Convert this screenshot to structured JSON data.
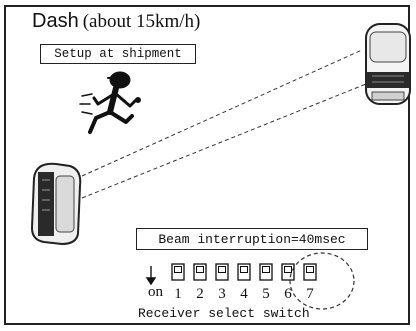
{
  "title": {
    "main": "Dash",
    "sub": "(about 15km/h)"
  },
  "setup_label": "Setup at shipment",
  "beam_label": "Beam interruption=40msec",
  "dip_switch": {
    "on_label": "on",
    "positions": [
      "1",
      "2",
      "3",
      "4",
      "5",
      "6",
      "7"
    ],
    "highlighted": [
      "6",
      "7"
    ]
  },
  "caption": "Receiver select switch",
  "icons": {
    "runner": "running-person-icon",
    "transmitter": "beam-sensor-transmitter",
    "receiver": "beam-sensor-receiver",
    "on_arrow": "down-arrow-icon"
  }
}
